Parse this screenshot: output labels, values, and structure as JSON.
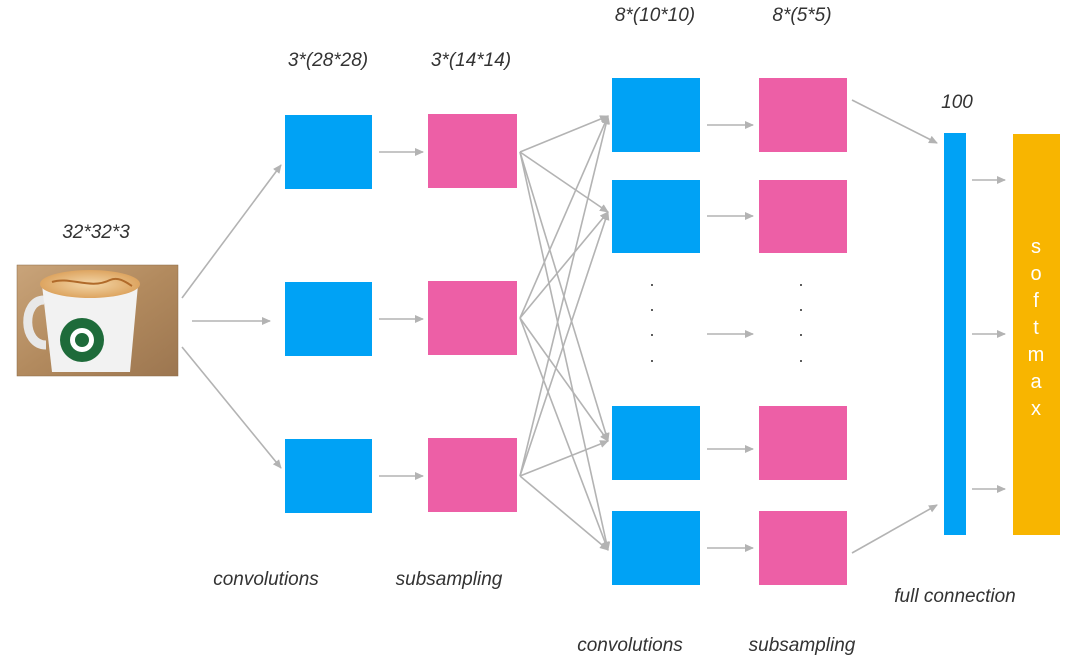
{
  "colors": {
    "conv": "#00a2f5",
    "pool": "#ed5fa6",
    "softmax": "#f8b500",
    "arrow": "#b3b3b3"
  },
  "input": {
    "label": "32*32*3",
    "image": "coffee-cup-photo"
  },
  "stage1": {
    "conv_label": "3*(28*28)",
    "pool_label": "3*(14*14)"
  },
  "stage2": {
    "conv_label": "8*(10*10)",
    "pool_label": "8*(5*5)"
  },
  "fc": {
    "size_label": "100"
  },
  "softmax": {
    "letters": [
      "s",
      "o",
      "f",
      "t",
      "m",
      "a",
      "x"
    ]
  },
  "captions": {
    "conv1": "convolutions",
    "pool1": "subsampling",
    "conv2": "convolutions",
    "pool2": "subsampling",
    "fc": "full connection"
  },
  "ellipsis": "·"
}
